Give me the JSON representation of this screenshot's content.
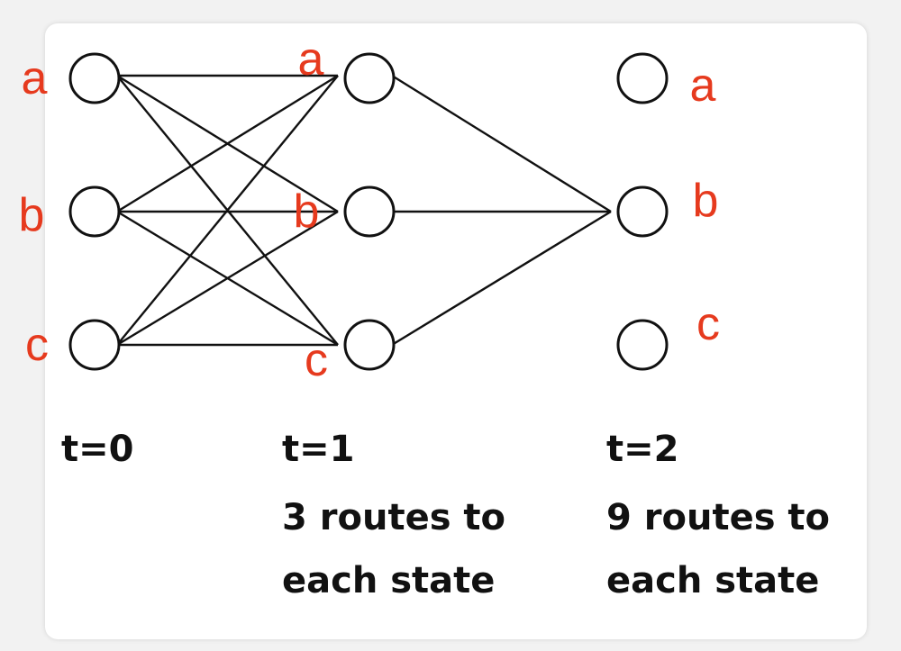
{
  "colors": {
    "node_label": "#e63a1e",
    "edge": "#111111",
    "text": "#111111",
    "card": "#ffffff"
  },
  "columns": [
    {
      "time_label": "t=0",
      "caption": [],
      "states": [
        "a",
        "b",
        "c"
      ]
    },
    {
      "time_label": "t=1",
      "caption": [
        "3 routes to",
        "each state"
      ],
      "states": [
        "a",
        "b",
        "c"
      ]
    },
    {
      "time_label": "t=2",
      "caption": [
        "9 routes to",
        "each state"
      ],
      "states": [
        "a",
        "b",
        "c"
      ]
    }
  ],
  "edges": [
    {
      "from": "t0.a",
      "to": "t1.a"
    },
    {
      "from": "t0.a",
      "to": "t1.b"
    },
    {
      "from": "t0.a",
      "to": "t1.c"
    },
    {
      "from": "t0.b",
      "to": "t1.a"
    },
    {
      "from": "t0.b",
      "to": "t1.b"
    },
    {
      "from": "t0.b",
      "to": "t1.c"
    },
    {
      "from": "t0.c",
      "to": "t1.a"
    },
    {
      "from": "t0.c",
      "to": "t1.b"
    },
    {
      "from": "t0.c",
      "to": "t1.c"
    },
    {
      "from": "t1.a",
      "to": "t2.b"
    },
    {
      "from": "t1.b",
      "to": "t2.b"
    },
    {
      "from": "t1.c",
      "to": "t2.b"
    }
  ]
}
